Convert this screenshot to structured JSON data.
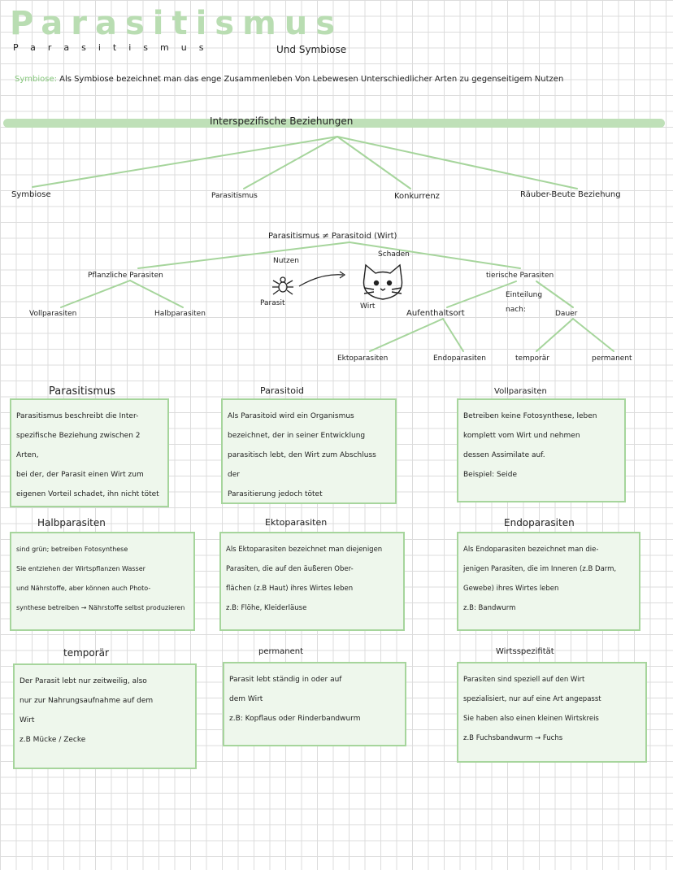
{
  "header": {
    "title_big": "Parasitismus",
    "title_small": "Parasitismus",
    "title_rest": "Und Symbiose"
  },
  "definition": {
    "label": "Symbiose:",
    "text": "Als Symbiose bezeichnet man das enge Zusammenleben Von Lebewesen Unterschiedlicher Arten zu gegenseitigem Nutzen"
  },
  "tree1": {
    "root": "Interspezifische Beziehungen",
    "children": [
      "Symbiose",
      "Parasitismus",
      "Konkurrenz",
      "Räuber-Beute Beziehung"
    ]
  },
  "tree2": {
    "root": "Parasitismus ≠ Parasitoid (Wirt)",
    "nutzen": "Nutzen",
    "schaden": "Schaden",
    "parasit": "Parasit",
    "wirt": "Wirt",
    "plant_parasites": "Pflanzliche Parasiten",
    "vollparasiten": "Vollparasiten",
    "halbparasiten": "Halbparasiten",
    "animal_parasites": "tierische Parasiten",
    "einteilung": "Einteilung",
    "nach": "nach:",
    "aufenthaltsort": "Aufenthaltsort",
    "dauer": "Dauer",
    "ektoparasiten": "Ektoparasiten",
    "endoparasiten": "Endoparasiten",
    "temporaer": "temporär",
    "permanent": "permanent"
  },
  "cards": [
    {
      "title": "Parasitismus",
      "lines": [
        "Parasitismus beschreibt die Inter-",
        "spezifische Beziehung zwischen 2 Arten,",
        "bei der, der Parasit einen Wirt zum",
        "eigenen Vorteil schadet, ihn nicht tötet"
      ]
    },
    {
      "title": "Parasitoid",
      "lines": [
        "Als Parasitoid wird ein Organismus",
        "bezeichnet, der in seiner Entwicklung",
        "parasitisch lebt, den Wirt zum Abschluss der",
        "Parasitierung jedoch tötet"
      ]
    },
    {
      "title": "Vollparasiten",
      "lines": [
        "Betreiben keine Fotosynthese, leben",
        "komplett vom Wirt und nehmen",
        "dessen Assimilate auf.",
        "Beispiel: Seide"
      ]
    },
    {
      "title": "Halbparasiten",
      "lines": [
        "sind grün; betreiben Fotosynthese",
        "Sie entziehen der Wirtspflanzen Wasser",
        "und Nährstoffe, aber können auch Photo-",
        "synthese betreiben → Nährstoffe selbst produzieren"
      ]
    },
    {
      "title": "Ektoparasiten",
      "lines": [
        "Als Ektoparasiten bezeichnet man diejenigen",
        "Parasiten, die auf den äußeren Ober-",
        "flächen (z.B Haut) ihres Wirtes leben",
        "z.B: Flöhe, Kleiderläuse"
      ]
    },
    {
      "title": "Endoparasiten",
      "lines": [
        "Als Endoparasiten bezeichnet man die-",
        "jenigen Parasiten, die im Inneren (z.B Darm,",
        "Gewebe) ihres Wirtes leben",
        "z.B: Bandwurm"
      ]
    },
    {
      "title": "temporär",
      "lines": [
        "Der Parasit lebt nur zeitweilig, also",
        "nur zur Nahrungsaufnahme auf dem",
        "Wirt",
        "z.B Mücke / Zecke"
      ]
    },
    {
      "title": "permanent",
      "lines": [
        "Parasit lebt ständig in oder auf",
        "dem Wirt",
        "z.B: Kopflaus oder Rinderbandwurm"
      ]
    },
    {
      "title": "Wirtsspezifität",
      "lines": [
        "Parasiten sind speziell auf den Wirt",
        "spezialisiert, nur auf eine Art angepasst",
        "Sie haben also einen kleinen Wirtskreis",
        "z.B Fuchsbandwurm → Fuchs"
      ]
    }
  ],
  "colors": {
    "accent_green": "#86c77c",
    "title_green": "#b9ddb2",
    "box_border": "#a6d59c",
    "box_fill": "#eef7ec"
  }
}
